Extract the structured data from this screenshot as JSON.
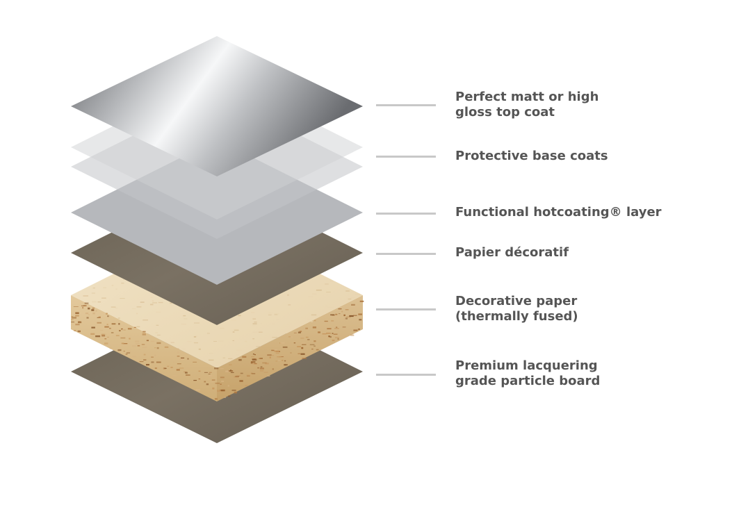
{
  "layers": [
    {
      "key": "top-coat",
      "lines": [
        "Perfect matt or high",
        "gloss top coat"
      ]
    },
    {
      "key": "base-coats",
      "lines": [
        "Protective base coats"
      ]
    },
    {
      "key": "hotcoating",
      "lines": [
        "Functional hotcoating® layer"
      ]
    },
    {
      "key": "papier",
      "lines": [
        "Papier décoratif"
      ]
    },
    {
      "key": "decorative-paper",
      "lines": [
        "Decorative paper",
        "(thermally fused)"
      ]
    },
    {
      "key": "particle-board",
      "lines": [
        "Premium lacquering",
        "grade particle board"
      ]
    }
  ],
  "colors": {
    "label_text": "#555555",
    "leader_line": "#c8c8c8",
    "paper_dark": "#6e6558",
    "board_light": "#ecd9b6",
    "board_speckle": "#a0622c",
    "translucent_gray": "#b4b6ba",
    "metal_light": "#f4f5f7",
    "metal_dark": "#6e7074"
  }
}
